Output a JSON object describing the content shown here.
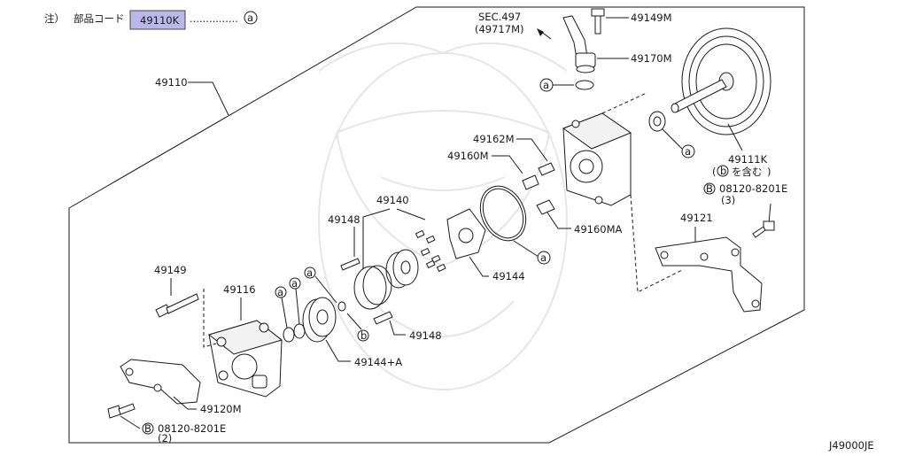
{
  "header": {
    "note_label": "注）",
    "part_code_label": "部品コード",
    "code_highlight": "49110K",
    "dots": "...............",
    "ref_symbol": "a"
  },
  "diagram_code": "J49000JE",
  "callouts": {
    "main_assembly": "49110",
    "sec_ref": "SEC.497",
    "sec_ref_sub": "(49717M)",
    "bolt_top": "49149M",
    "fitting": "49170M",
    "pulley": "49111K",
    "pulley_note_b": "b",
    "pulley_note_text": "を含む",
    "bolt_right_symbol": "B",
    "bolt_right": "08120-8201E",
    "bolt_right_qty": "(3)",
    "bracket_right": "49121",
    "valve_upper": "49162M",
    "valve_lower": "49160M",
    "valve_right": "49160MA",
    "rotor": "49140",
    "pin_upper": "49148",
    "pin_lower": "49148",
    "cam_plate": "49144",
    "side_plate": "49144+A",
    "bolt_left": "49149",
    "rear_cover": "49116",
    "bracket_left": "49120M",
    "bolt_left_symbol": "B",
    "bolt_left_code": "08120-8201E",
    "bolt_left_qty": "(2)"
  },
  "ref_markers": [
    "a",
    "a",
    "a",
    "a",
    "a",
    "a",
    "b"
  ]
}
